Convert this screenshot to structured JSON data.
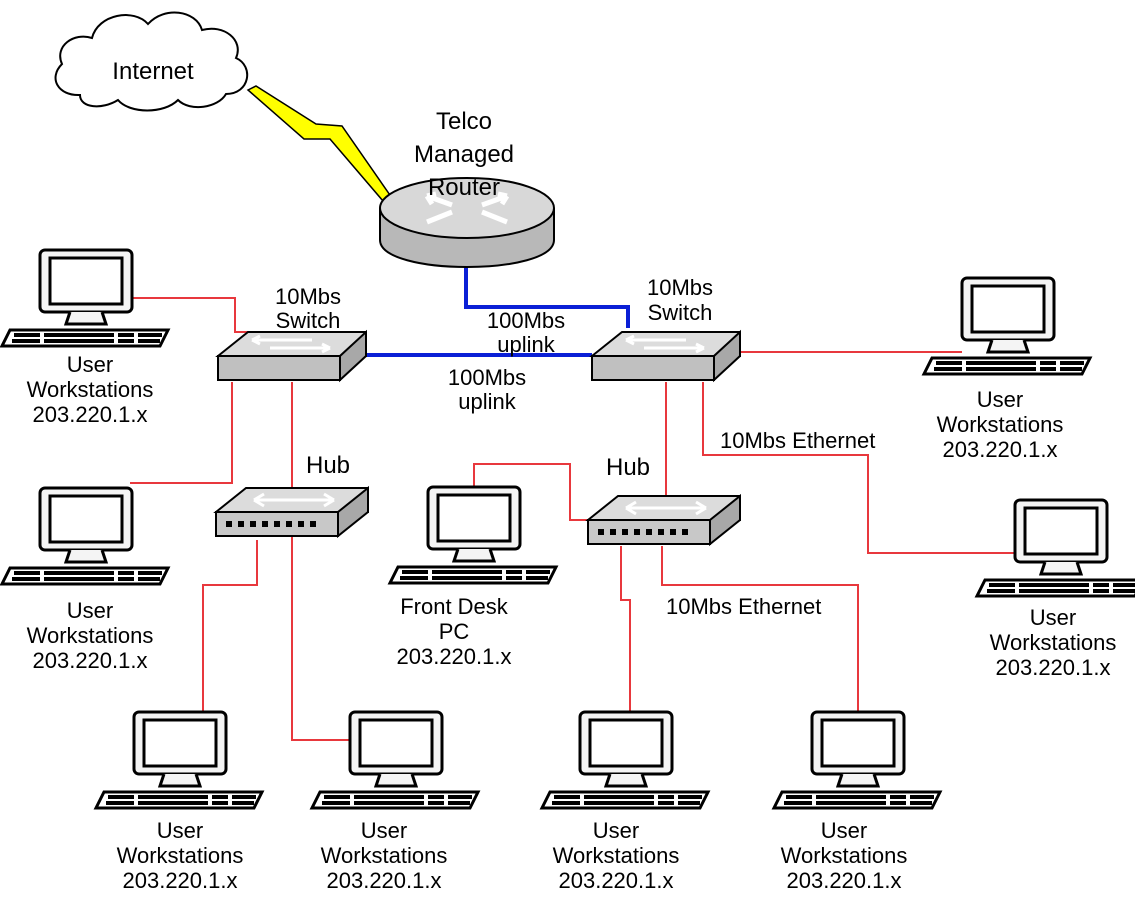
{
  "internet": {
    "label": "Internet"
  },
  "router": {
    "lines": [
      "Telco",
      "Managed",
      "Router"
    ]
  },
  "switch_left": {
    "lines": [
      "10Mbs",
      "Switch"
    ]
  },
  "switch_right": {
    "lines": [
      "10Mbs",
      "Switch"
    ]
  },
  "hub_left": {
    "label": "Hub"
  },
  "hub_right": {
    "label": "Hub"
  },
  "links": {
    "uplink_router": [
      "100Mbs",
      "uplink"
    ],
    "uplink_switch": [
      "100Mbs",
      "uplink"
    ],
    "ethernet_top": "10Mbs Ethernet",
    "ethernet_bottom": "10Mbs Ethernet"
  },
  "workstation": {
    "lines": [
      "User",
      "Workstations",
      "203.220.1.x"
    ]
  },
  "front_desk": {
    "lines": [
      "Front Desk",
      "PC",
      "203.220.1.x"
    ]
  },
  "colors": {
    "ethernet": "#e8383d",
    "uplink": "#0a1fd6",
    "lightning": "#ffff00",
    "device_fill": "#c8c8c8"
  }
}
